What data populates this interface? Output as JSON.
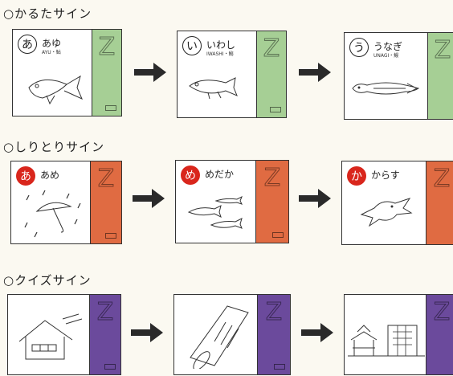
{
  "sections": [
    {
      "title": "○かるたサイン",
      "stripe_color": "#a6cf95",
      "cards": [
        {
          "letter": "あ",
          "word": "あゆ",
          "romaji": "AYU・鮎",
          "badge": "outline",
          "picture": "sweetfish-drawing"
        },
        {
          "letter": "い",
          "word": "いわし",
          "romaji": "IWASHI・鰯",
          "badge": "outline",
          "picture": "sardine-drawing"
        },
        {
          "letter": "う",
          "word": "うなぎ",
          "romaji": "UNAGI・鰻",
          "badge": "outline",
          "picture": "eel-drawing"
        }
      ]
    },
    {
      "title": "○しりとりサイン",
      "stripe_color": "#e06b42",
      "cards": [
        {
          "letter": "あ",
          "word": "あめ",
          "romaji": "",
          "badge": "filled",
          "picture": "rain-umbrella-drawing"
        },
        {
          "letter": "め",
          "word": "めだか",
          "romaji": "",
          "badge": "filled",
          "picture": "killifish-drawing"
        },
        {
          "letter": "か",
          "word": "からす",
          "romaji": "",
          "badge": "filled",
          "picture": "crow-drawing"
        }
      ]
    },
    {
      "title": "○クイズサイン",
      "stripe_color": "#6b4a9c",
      "cards": [
        {
          "letter": "",
          "word": "",
          "romaji": "",
          "badge": "none",
          "picture": "house-drawing"
        },
        {
          "letter": "",
          "word": "",
          "romaji": "",
          "badge": "none",
          "picture": "scroll-drawing"
        },
        {
          "letter": "",
          "word": "",
          "romaji": "",
          "badge": "none",
          "picture": "castle-buildings-drawing"
        }
      ]
    }
  ],
  "stripe_letter": "Z",
  "arrow_icon": "right-arrow-icon"
}
